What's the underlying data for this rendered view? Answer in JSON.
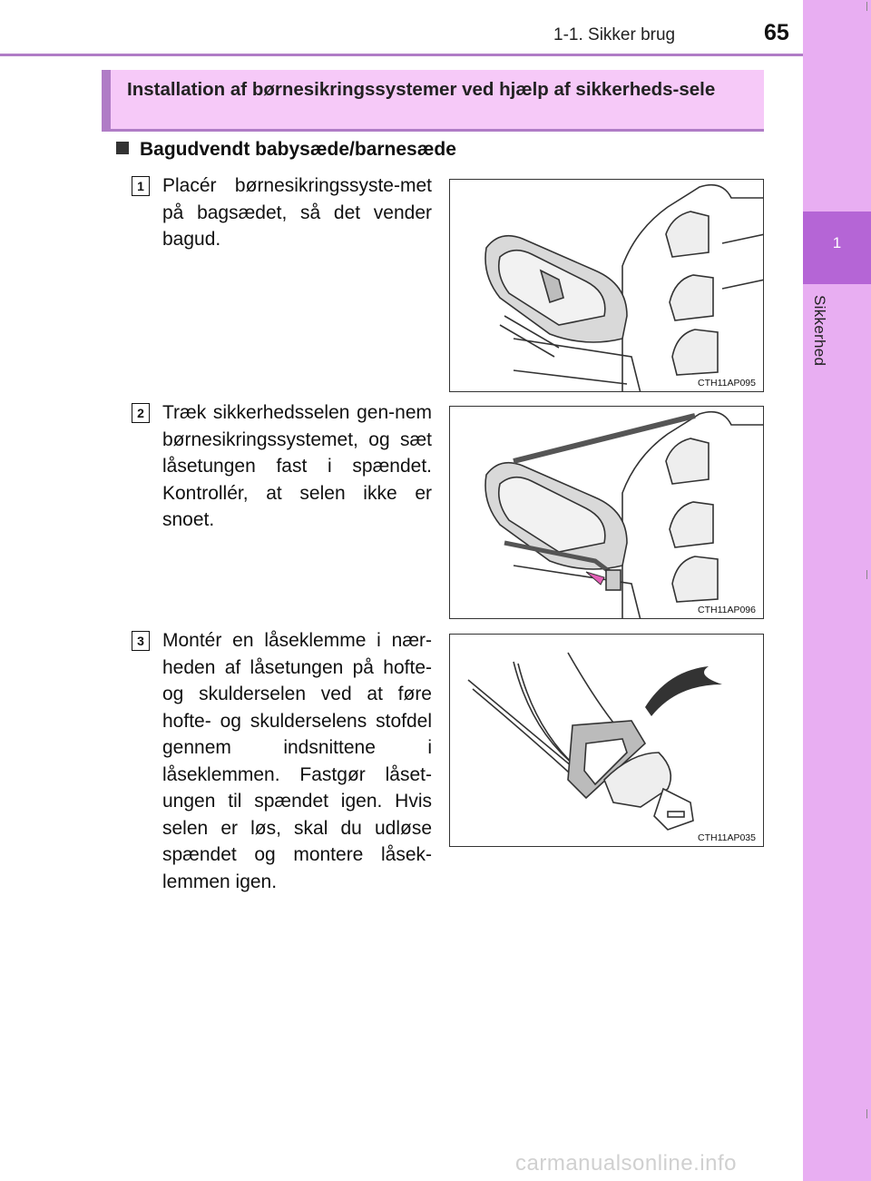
{
  "header": {
    "section": "1-1. Sikker brug",
    "page_number": "65"
  },
  "side_tab": {
    "number": "1",
    "label": "Sikkerhed"
  },
  "heading": "Installation af børnesikringssystemer ved hjælp af sikkerheds-sele",
  "subheading": "Bagudvendt babysæde/barnesæde",
  "steps": [
    {
      "number": "1",
      "text": "Placér børnesikringssyste-met på bagsædet, så det vender bagud.",
      "figure_code": "CTH11AP095"
    },
    {
      "number": "2",
      "text": "Træk sikkerhedsselen gen-nem børnesikringssystemet, og sæt låsetungen fast i spændet. Kontrollér, at selen ikke er snoet.",
      "figure_code": "CTH11AP096"
    },
    {
      "number": "3",
      "text": "Montér en låseklemme i nær-heden af låsetungen på hofte- og skulderselen ved at føre hofte- og skulderselens stofdel gennem indsnittene i låseklemmen. Fastgør låset-ungen til spændet igen. Hvis selen er løs, skal du udløse spændet og montere låsek-lemmen igen.",
      "figure_code": "CTH11AP035"
    }
  ],
  "watermark": "carmanualsonline.info",
  "colors": {
    "accent": "#b07cc6",
    "heading_bg": "#f6c9f8",
    "side_tab_bg": "#e8aef2",
    "side_tab_active": "#b565d6",
    "arrow_pink": "#e35fb6"
  }
}
